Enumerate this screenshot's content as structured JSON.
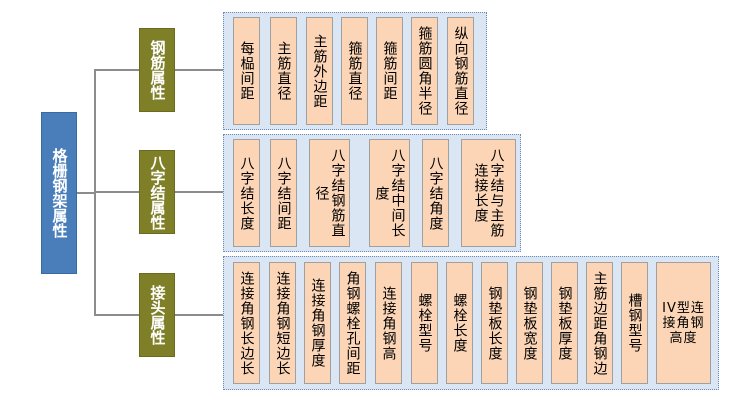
{
  "root": {
    "label": "格栅钢架属性"
  },
  "categories": [
    {
      "label": "钢筋属性",
      "items": [
        "每榀间距",
        "主筋直径",
        "主筋外边距",
        "箍筋直径",
        "箍筋间距",
        "箍筋圆角半径",
        "纵向钢筋直径"
      ]
    },
    {
      "label": "八字结属性",
      "items": [
        "八字结长度",
        "八字结间距",
        "八字结钢筋直径",
        "八字结中间长度",
        "八字结角度",
        "八字结与主筋连接长度"
      ]
    },
    {
      "label": "接头属性",
      "items": [
        "连接角钢长边长",
        "连接角钢短边长",
        "连接角钢厚度",
        "角钢螺栓孔间距",
        "连接角钢高",
        "螺栓型号",
        "螺栓长度",
        "钢垫板长度",
        "钢垫板宽度",
        "钢垫板厚度",
        "主筋边距角钢边",
        "槽钢型号",
        "IV型连接角钢高度"
      ]
    }
  ]
}
